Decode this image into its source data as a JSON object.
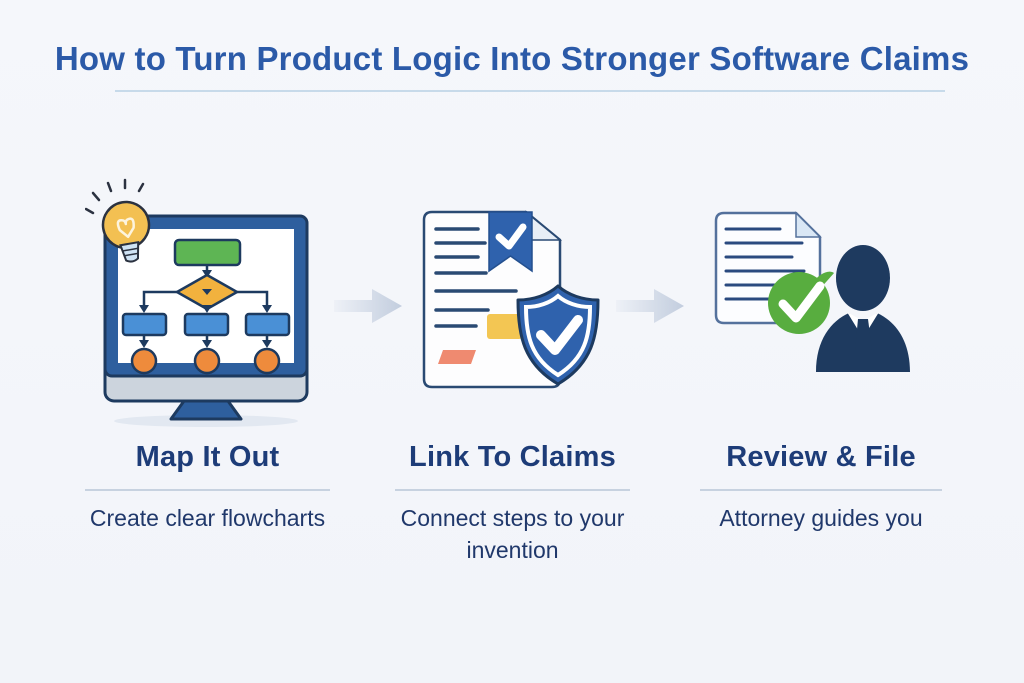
{
  "title": {
    "text": "How to Turn Product Logic Into Stronger Software Claims"
  },
  "steps": [
    {
      "heading": "Map It Out",
      "description": "Create clear flowcharts",
      "icon": "monitor-flowchart-icon"
    },
    {
      "heading": "Link To Claims",
      "description": "Connect steps to your invention",
      "icon": "document-shield-icon"
    },
    {
      "heading": "Review & File",
      "description": "Attorney guides you",
      "icon": "attorney-review-icon"
    }
  ],
  "connectors": [
    {
      "icon": "right-arrow-icon"
    },
    {
      "icon": "right-arrow-icon"
    }
  ],
  "colors": {
    "background": "#f3f5fa",
    "title": "#2b5aa8",
    "heading": "#1d3c78",
    "body_text": "#20386b",
    "divider": "#c7d2e0",
    "outline_navy": "#1d3a5f",
    "accent_blue": "#2f62ad",
    "flow_blue": "#4a90d6",
    "flow_green": "#5eb554",
    "flow_orange": "#ee8b3c",
    "diamond_yellow": "#f2b23e",
    "check_green": "#58ad3f",
    "bulb_yellow": "#f3c052",
    "salmon": "#ef8a70",
    "arrow_gray": "#c2cdde"
  }
}
